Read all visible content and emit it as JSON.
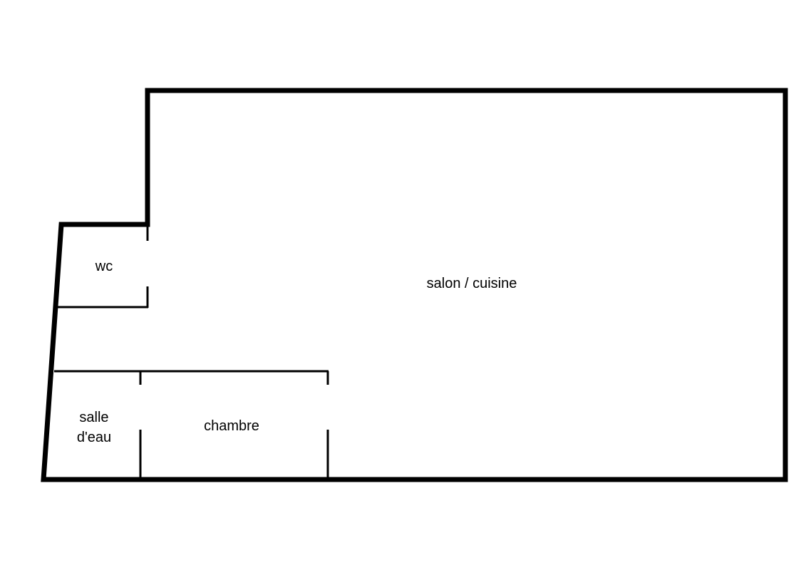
{
  "rooms": {
    "wc": "wc",
    "salon": "salon / cuisine",
    "salle_line1": "salle",
    "salle_line2": "d'eau",
    "chambre": "chambre"
  },
  "colors": {
    "background": "#ffffff",
    "walls": "#000000"
  }
}
